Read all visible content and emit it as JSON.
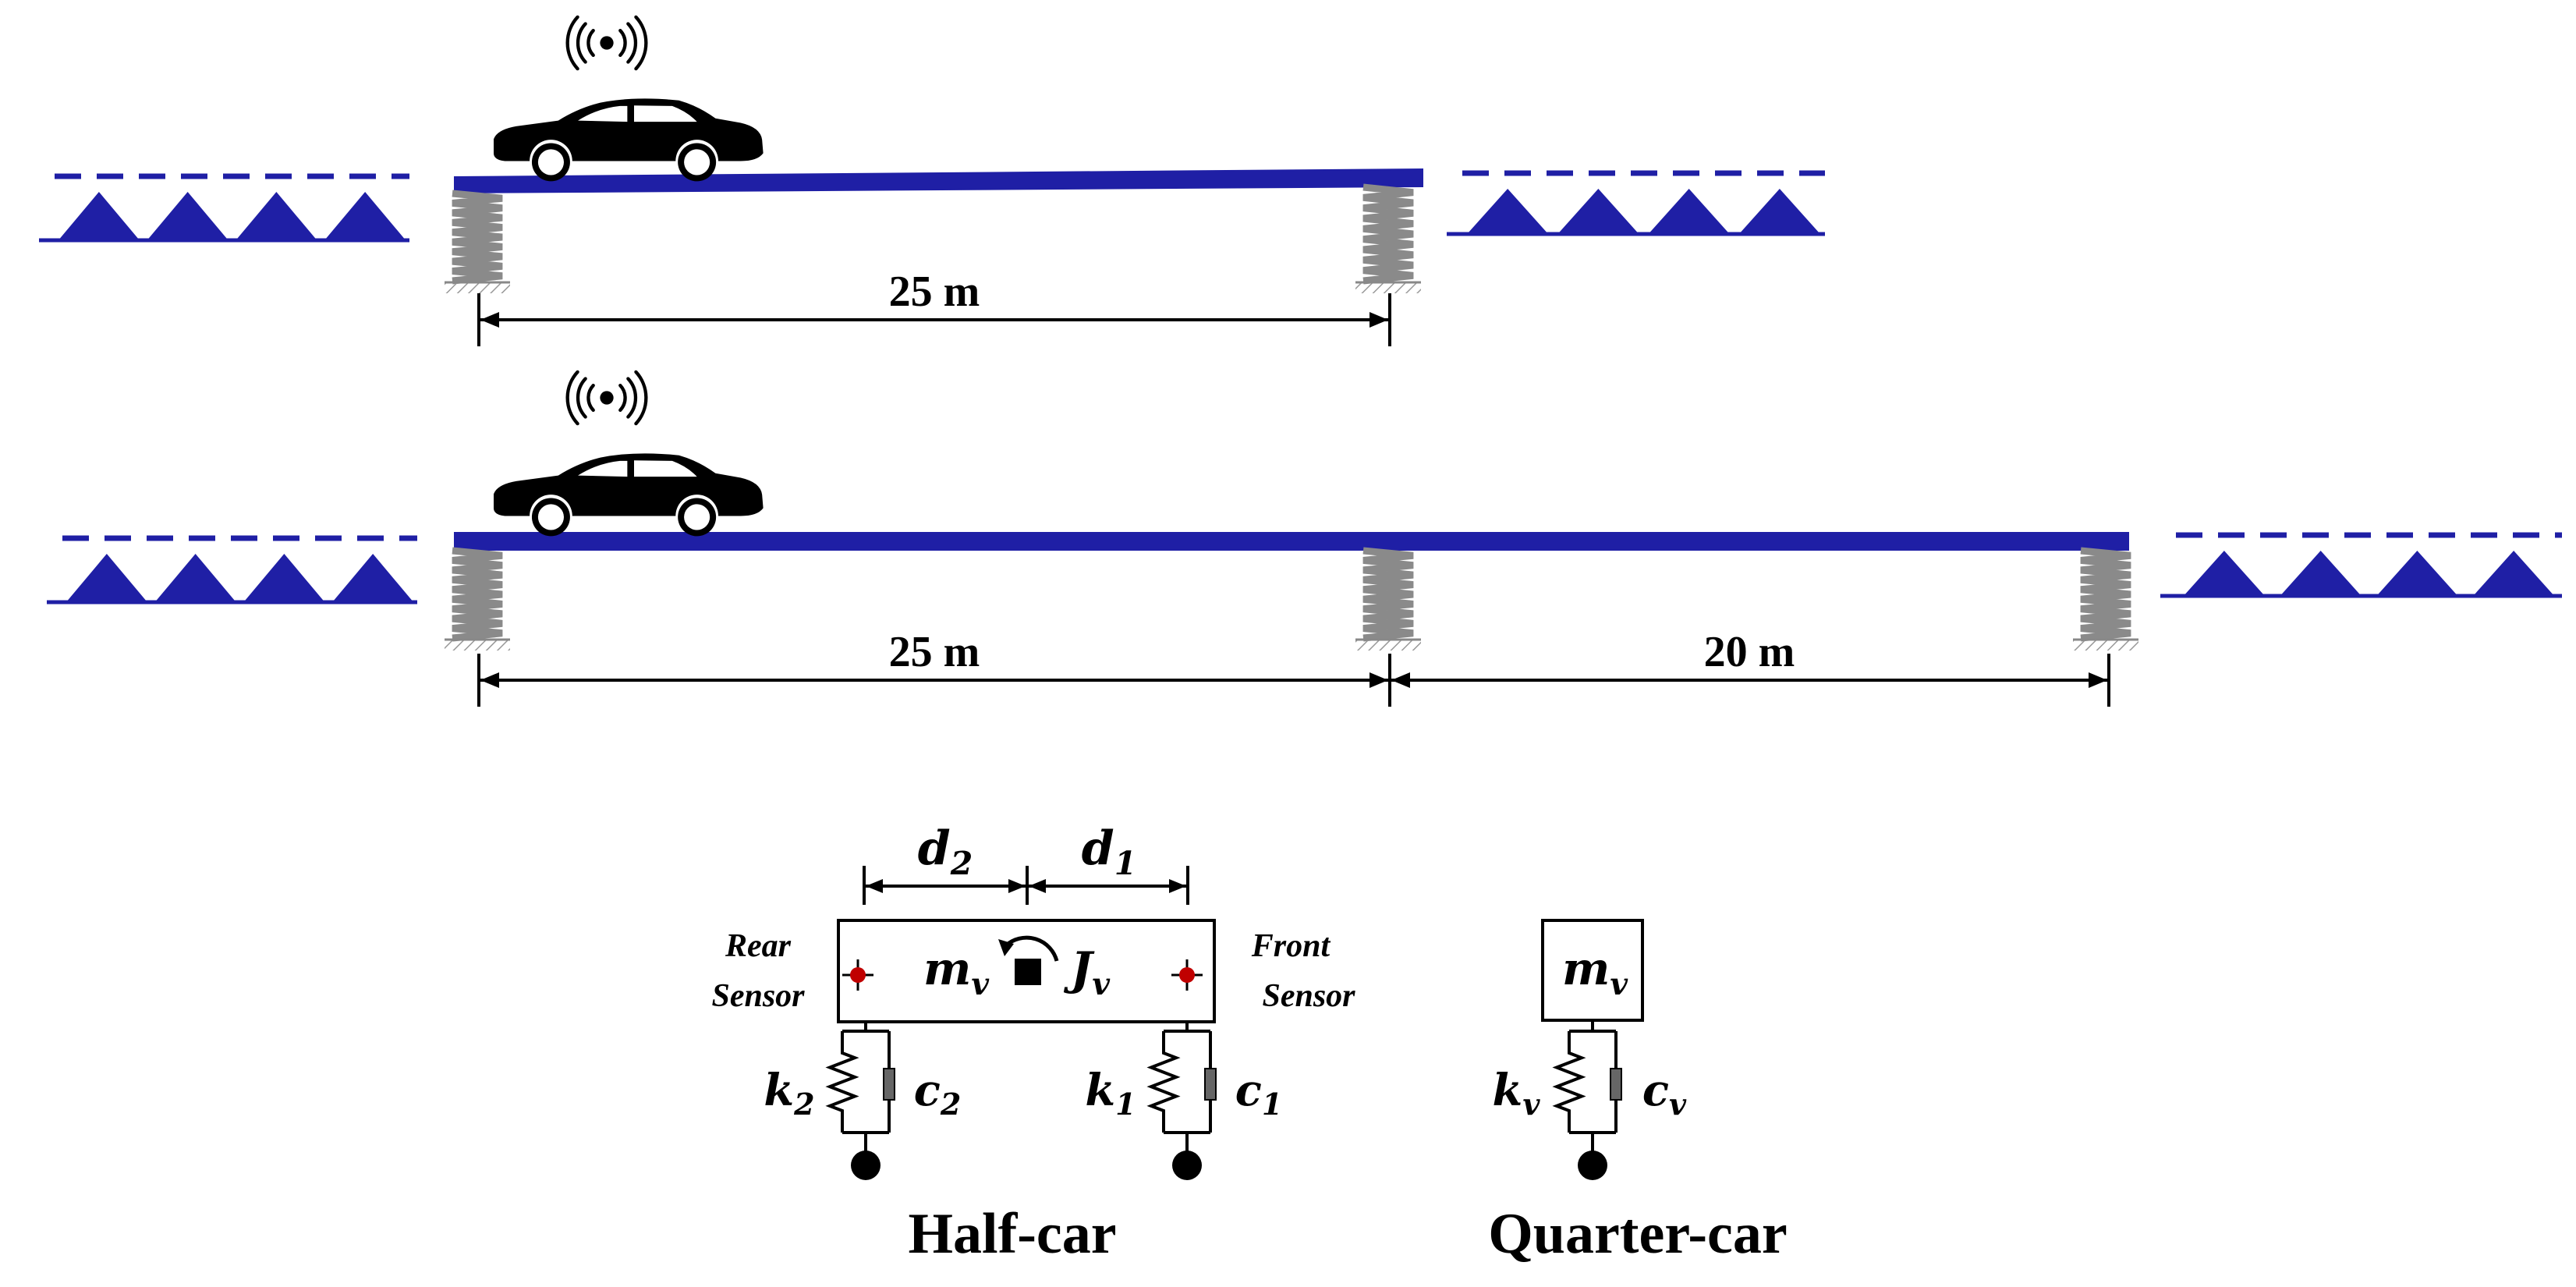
{
  "colors": {
    "deck": "#1f1fa5",
    "ink": "#000000",
    "spring": "#8a8a8a",
    "sensor": "#c00000"
  },
  "icons": {
    "car": "car-icon",
    "signal": "wifi-signal-icon",
    "support": "spring-support-icon",
    "approach": "approach-slab-triangles",
    "sensor": "sensor-marker-icon",
    "wheel": "wheel-mass-icon"
  },
  "top_bridge": {
    "span_label": "25 m"
  },
  "bottom_bridge": {
    "span1_label": "25 m",
    "span2_label": "20 m"
  },
  "half_car": {
    "title": "Half-car",
    "rear_sensor": [
      "Rear",
      "Sensor"
    ],
    "front_sensor": [
      "Front",
      "Sensor"
    ],
    "d2": {
      "base": "d",
      "sub": "2"
    },
    "d1": {
      "base": "d",
      "sub": "1"
    },
    "mass": {
      "base": "m",
      "sub": "v"
    },
    "inertia": {
      "base": "J",
      "sub": "v"
    },
    "k2": {
      "base": "k",
      "sub": "2"
    },
    "c2": {
      "base": "c",
      "sub": "2"
    },
    "k1": {
      "base": "k",
      "sub": "1"
    },
    "c1": {
      "base": "c",
      "sub": "1"
    }
  },
  "quarter_car": {
    "title": "Quarter-car",
    "mass": {
      "base": "m",
      "sub": "v"
    },
    "kv": {
      "base": "k",
      "sub": "v"
    },
    "cv": {
      "base": "c",
      "sub": "v"
    }
  }
}
